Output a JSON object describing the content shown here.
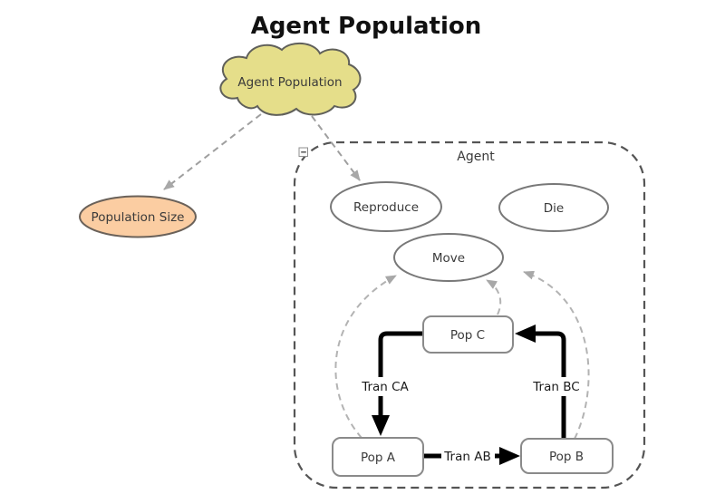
{
  "title": "Agent Population",
  "nodes": {
    "cloud": {
      "label": "Agent Population",
      "fill": "#e5de8a",
      "stroke": "#60605a"
    },
    "population_size": {
      "label": "Population Size",
      "fill": "#fbcda2",
      "stroke": "#6a6159"
    },
    "reproduce": {
      "label": "Reproduce"
    },
    "die": {
      "label": "Die"
    },
    "move": {
      "label": "Move"
    },
    "pop_c": {
      "label": "Pop C"
    },
    "pop_a": {
      "label": "Pop A"
    },
    "pop_b": {
      "label": "Pop B"
    }
  },
  "frame": {
    "label": "Agent",
    "collapse_icon": "minus-box-icon"
  },
  "transitions": {
    "tran_ca": {
      "label": "Tran CA"
    },
    "tran_bc": {
      "label": "Tran BC"
    },
    "tran_ab": {
      "label": "Tran AB"
    }
  },
  "colors": {
    "background": "#ffffff",
    "node_stroke": "#787878",
    "state_stroke": "#8a8a8a",
    "frame_dash": "#555555",
    "dependency_arrow_gray": "#9f9f9f",
    "usage_arrow_gray": "#b3b3b3",
    "transition_black": "#000000",
    "text_dark": "#3a3a3a"
  }
}
